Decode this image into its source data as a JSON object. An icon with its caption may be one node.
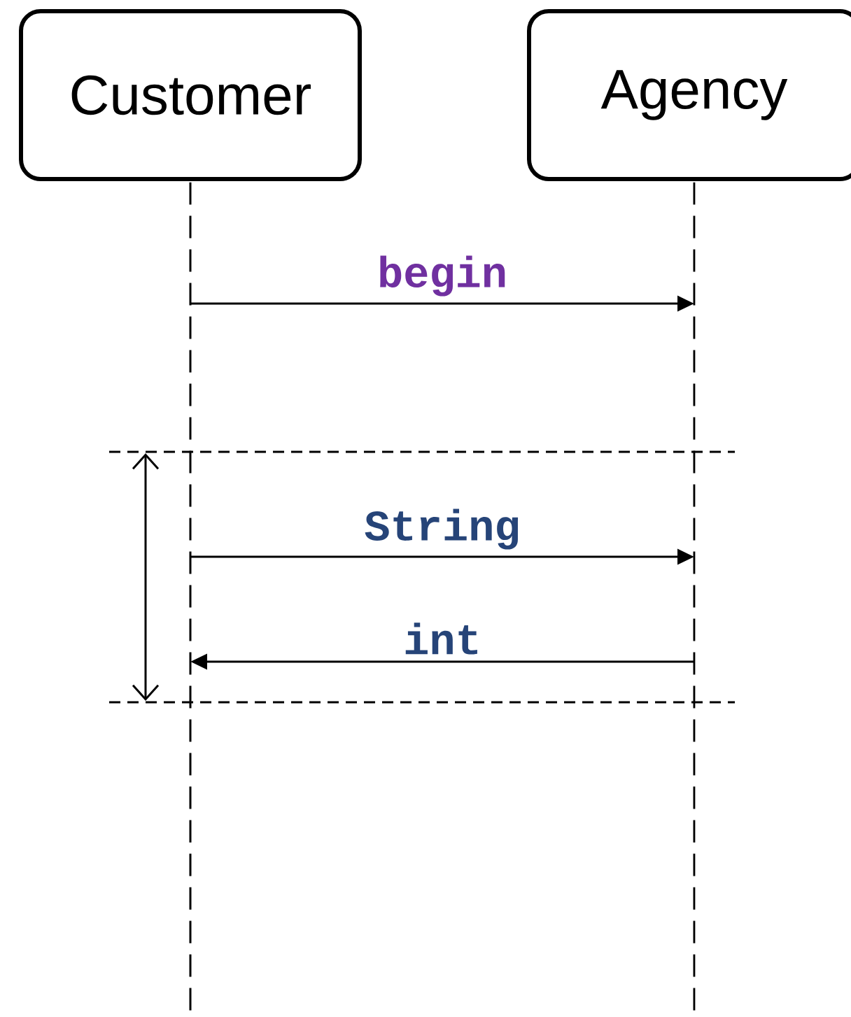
{
  "diagram": {
    "nodes": [
      {
        "text": [
          "Customer"
        ]
      },
      {
        "text": [
          "Agency"
        ]
      },
      {
        "text": [],
        "shape": "line"
      },
      {
        "text": [],
        "shape": "line"
      }
    ],
    "edges": [
      {
        "from": 2,
        "to": 3,
        "arrow": "to",
        "label": "begin"
      },
      {
        "from": 2,
        "to": 3,
        "arrow": "to",
        "label": "String"
      },
      {
        "from": 3,
        "to": 2,
        "arrow": "to",
        "label": "int"
      }
    ]
  }
}
